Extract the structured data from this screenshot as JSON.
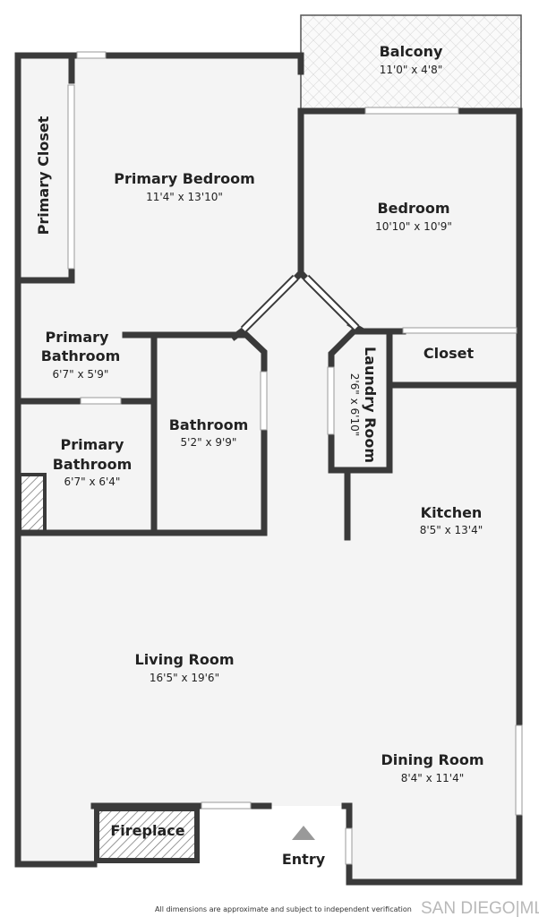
{
  "rooms": {
    "balcony": {
      "name": "Balcony",
      "dim": "11'0\" x 4'8\""
    },
    "primary_closet": {
      "name": "Primary Closet"
    },
    "primary_bedroom": {
      "name": "Primary Bedroom",
      "dim": "11'4\" x 13'10\""
    },
    "bedroom": {
      "name": "Bedroom",
      "dim": "10'10\" x 10'9\""
    },
    "primary_bathroom_1": {
      "name_line1": "Primary",
      "name_line2": "Bathroom",
      "dim": "6'7\" x 5'9\""
    },
    "primary_bathroom_2": {
      "name_line1": "Primary",
      "name_line2": "Bathroom",
      "dim": "6'7\" x 6'4\""
    },
    "bathroom": {
      "name": "Bathroom",
      "dim": "5'2\" x 9'9\""
    },
    "laundry_room": {
      "name": "Laundry Room",
      "dim": "2'6\" x 6'10\""
    },
    "closet": {
      "name": "Closet"
    },
    "kitchen": {
      "name": "Kitchen",
      "dim": "8'5\" x 13'4\""
    },
    "living_room": {
      "name": "Living Room",
      "dim": "16'5\" x 19'6\""
    },
    "dining_room": {
      "name": "Dining Room",
      "dim": "8'4\" x 11'4\""
    },
    "fireplace": {
      "name": "Fireplace"
    },
    "entry": {
      "name": "Entry"
    }
  },
  "footer": {
    "disclaimer": "All dimensions are approximate and subject to independent verification",
    "logo": "SAN DIEGO|MLS"
  },
  "colors": {
    "wall": "#3a3a3a",
    "floor": "#f4f4f4"
  }
}
